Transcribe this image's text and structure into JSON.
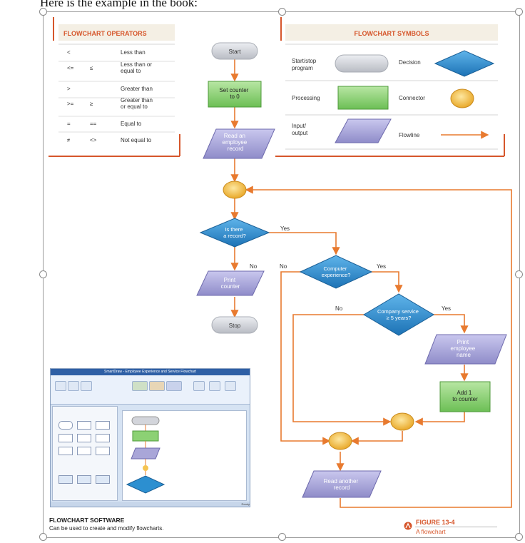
{
  "intro": "Here is the example in the book:",
  "operators": {
    "title": "FLOWCHART OPERATORS",
    "rows": [
      {
        "sym1": "<",
        "sym2": "",
        "label": "Less than"
      },
      {
        "sym1": "<=",
        "sym2": "≤",
        "label": "Less than or equal to"
      },
      {
        "sym1": ">",
        "sym2": "",
        "label": "Greater than"
      },
      {
        "sym1": ">=",
        "sym2": "≥",
        "label": "Greater than or equal to"
      },
      {
        "sym1": "=",
        "sym2": "==",
        "label": "Equal to"
      },
      {
        "sym1": "≠",
        "sym2": "<>",
        "label": "Not equal to"
      }
    ]
  },
  "symbols": {
    "title": "FLOWCHART SYMBOLS",
    "startstop": "Start/stop program",
    "decision": "Decision",
    "processing": "Processing",
    "connector": "Connector",
    "io": "Input/ output",
    "flowline": "Flowline"
  },
  "flow": {
    "start": "Start",
    "set_counter": "Set counter to 0",
    "read": "Read an employee record",
    "is_record": "Is there a record?",
    "print_counter": "Print counter",
    "stop": "Stop",
    "computer": "Computer experience?",
    "company": "Company service ≥ 5 years?",
    "print_name": "Print employee name",
    "add": "Add 1 to counter",
    "read_another": "Read another record",
    "yes": "Yes",
    "no": "No"
  },
  "software": {
    "window_title": "SmartDraw - Employee Experience and Service Flowchart",
    "status": "Ready"
  },
  "captions": {
    "software_title": "FLOWCHART SOFTWARE",
    "software_text": "Can be used to create and modify flowcharts.",
    "figure_label": "FIGURE 13-4",
    "figure_caption": "A flowchart"
  },
  "colors": {
    "accent": "#d6562b",
    "flowline": "#e87a2f",
    "decision": "#2c8fd0",
    "process": "#8cd174",
    "io": "#a9a6d8",
    "terminal": "#d3d5db",
    "connector": "#f5c451"
  }
}
